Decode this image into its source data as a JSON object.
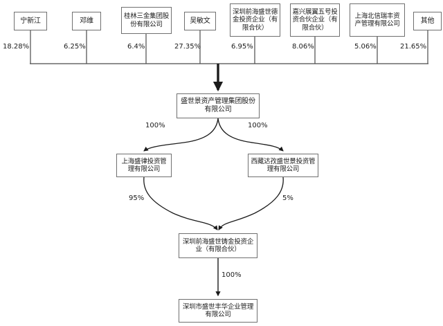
{
  "diagram": {
    "type": "ownership-structure-chart",
    "title": "",
    "shareholders": [
      {
        "label": "宁新江",
        "percent": "18.28%"
      },
      {
        "label": "邓维",
        "percent": "6.25%"
      },
      {
        "label": "桂林三金集团股份有限公司",
        "percent": "6.4%"
      },
      {
        "label": "吴敏文",
        "percent": "27.35%"
      },
      {
        "label": "深圳前海盛世德金投资企业（有限合伙）",
        "percent": "6.95%"
      },
      {
        "label": "嘉兴展翼五号投资合伙企业（有限合伙）",
        "percent": "8.06%"
      },
      {
        "label": "上海北信瑞丰资产管理有限公司",
        "percent": "5.06%"
      },
      {
        "label": "其他",
        "percent": "21.65%"
      }
    ],
    "parent": {
      "label": "盛世景资产管理集团股份有限公司"
    },
    "subsidiaries": [
      {
        "label": "上海盛律投资管理有限公司",
        "percent_from_parent": "100%",
        "percent_to_fund": "95%"
      },
      {
        "label": "西藏达孜盛世景投资管理有限公司",
        "percent_from_parent": "100%",
        "percent_to_fund": "5%"
      }
    ],
    "fund": {
      "label": "深圳前海盛世铸金投资企业（有限合伙）",
      "percent_to_target": "100%"
    },
    "target": {
      "label": "深圳市盛世丰华企业管理有限公司"
    },
    "colors": {
      "box_border": "#6f6f6f",
      "line": "#1b1b1b",
      "background": "#ffffff",
      "text": "#1b1b1b"
    }
  }
}
